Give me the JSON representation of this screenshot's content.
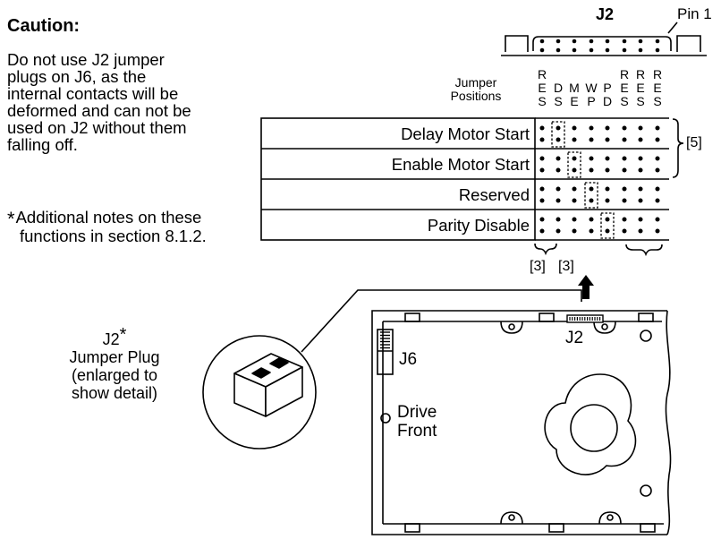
{
  "caution": {
    "title": "Caution:",
    "lines": [
      "Do not use J2 jumper",
      "plugs on J6, as the",
      "internal contacts will be",
      "deformed and can not be",
      "used on J2 without them",
      "falling off."
    ]
  },
  "note": {
    "star": "*",
    "line1": "Additional notes on these",
    "line2": "functions in section 8.1.2."
  },
  "connector": {
    "title": "J2",
    "pin_label": "Pin 1",
    "jumper_positions_label": [
      "Jumper",
      "Positions"
    ],
    "column_headers": [
      {
        "chars": [
          "R",
          "E",
          "S"
        ]
      },
      {
        "chars": [
          "D",
          "S"
        ]
      },
      {
        "chars": [
          "M",
          "E"
        ]
      },
      {
        "chars": [
          "W",
          "P"
        ]
      },
      {
        "chars": [
          "P",
          "D"
        ]
      },
      {
        "chars": [
          "R",
          "E",
          "S"
        ]
      },
      {
        "chars": [
          "R",
          "E",
          "S"
        ]
      },
      {
        "chars": [
          "R",
          "E",
          "S"
        ]
      }
    ],
    "rows": [
      {
        "label": "Delay Motor Start",
        "jumper_pair": 1
      },
      {
        "label": "Enable Motor Start",
        "jumper_pair": 2
      },
      {
        "label": "Reserved",
        "jumper_pair": 3
      },
      {
        "label": "Parity Disable",
        "jumper_pair": 4
      }
    ],
    "bracket_right": "[5]",
    "bracket_bottom": [
      "[3]",
      "[3]"
    ]
  },
  "drive": {
    "j2_label": "J2",
    "j6_label": "J6",
    "front_label": [
      "Drive",
      "Front"
    ]
  },
  "plug": {
    "title": "J2",
    "star": "*",
    "lines": [
      "Jumper Plug",
      "(enlarged to",
      "show detail)"
    ]
  }
}
